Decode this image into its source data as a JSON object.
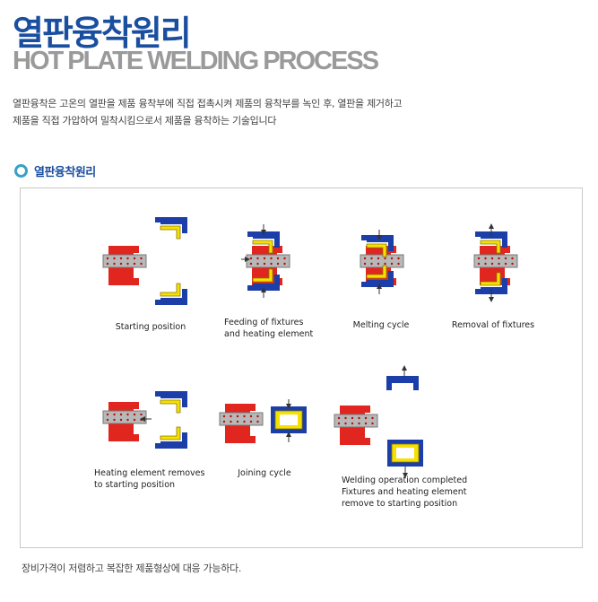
{
  "header": {
    "title_ko": "열판융착원리",
    "title_en": "HOT PLATE WELDING PROCESS"
  },
  "intro": {
    "line1": "열판융착은 고온의 열판을 제품 융착부에 직접 접촉시켜 제품의 융착부를 녹인 후, 열판을 제거하고",
    "line2": "제품을 직접 가압하여 밀착시킴으로서 제품을 융착하는 기술입니다"
  },
  "section": {
    "label": "열판융착원리"
  },
  "steps": [
    {
      "caption": [
        "Starting position"
      ]
    },
    {
      "caption": [
        "Feeding of fixtures",
        "and heating element"
      ]
    },
    {
      "caption": [
        "Melting cycle"
      ]
    },
    {
      "caption": [
        "Removal of fixtures"
      ]
    },
    {
      "caption": [
        "Heating element removes",
        "to starting position"
      ]
    },
    {
      "caption": [
        "Joining cycle"
      ]
    },
    {
      "caption": [
        "Welding operation completed",
        "Fixtures and heating element",
        "remove to starting position"
      ]
    }
  ],
  "footnote": "장비가격이 저렴하고 복잡한 제품형상에 대응 가능하다.",
  "colors": {
    "title_blue": "#1a4fa0",
    "title_gray": "#9a9a9a",
    "fixture_blue": "#1c3ea8",
    "part_yellow": "#f5e000",
    "heater_red": "#e0261e",
    "plate_gray": "#b8b8b8"
  }
}
